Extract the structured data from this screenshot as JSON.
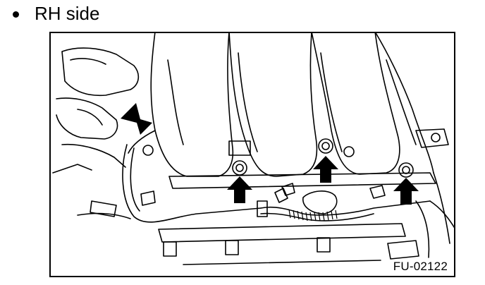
{
  "heading": {
    "bullet": "•",
    "text": "RH side"
  },
  "figure": {
    "code": "FU-02122",
    "arrow_count": 4,
    "colors": {
      "ink": "#000000",
      "paper": "#ffffff"
    }
  }
}
